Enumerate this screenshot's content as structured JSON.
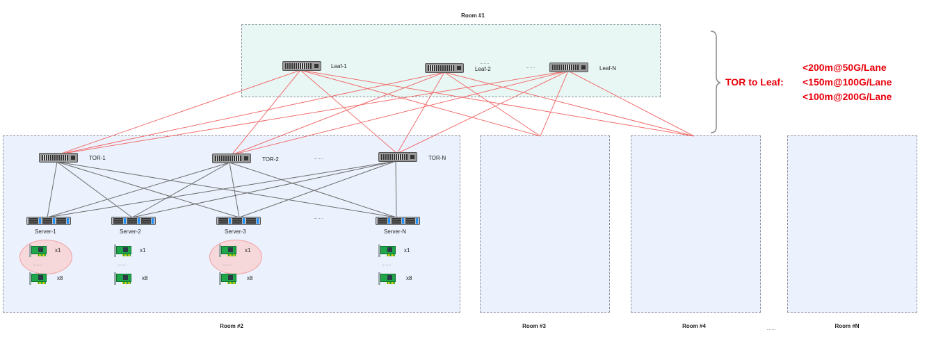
{
  "rooms": {
    "room1": {
      "label": "Room #1"
    },
    "room2": {
      "label": "Room #2"
    },
    "room3": {
      "label": "Room #3"
    },
    "room4": {
      "label": "Room #4"
    },
    "roomN": {
      "label": "Room #N"
    }
  },
  "leaf_switches": [
    {
      "label": "Leaf-1"
    },
    {
      "label": "Leaf-2"
    },
    {
      "label": "Leaf-N"
    }
  ],
  "tor_switches": [
    {
      "label": "TOR-1"
    },
    {
      "label": "TOR-2"
    },
    {
      "label": "TOR-N"
    }
  ],
  "servers": [
    {
      "label": "Server-1",
      "nic_top": "x1",
      "nic_bottom": "x8",
      "highlighted": true
    },
    {
      "label": "Server-2",
      "nic_top": "x1",
      "nic_bottom": "x8",
      "highlighted": false
    },
    {
      "label": "Server-3",
      "nic_top": "x1",
      "nic_bottom": "x8",
      "highlighted": true
    },
    {
      "label": "Server-N",
      "nic_top": "x1",
      "nic_bottom": "x8",
      "highlighted": false
    }
  ],
  "annotation": {
    "title": "TOR to Leaf:",
    "lines": [
      "<200m@50G/Lane",
      "<150m@100G/Lane",
      "<100m@200G/Lane"
    ]
  },
  "colors": {
    "leaf_link": "#f26d6d",
    "tor_server_link": "#6b6b6b",
    "annotation": "#e8000b",
    "room1_fill": "#e8f7f4",
    "room_fill": "#ebf2fd"
  }
}
